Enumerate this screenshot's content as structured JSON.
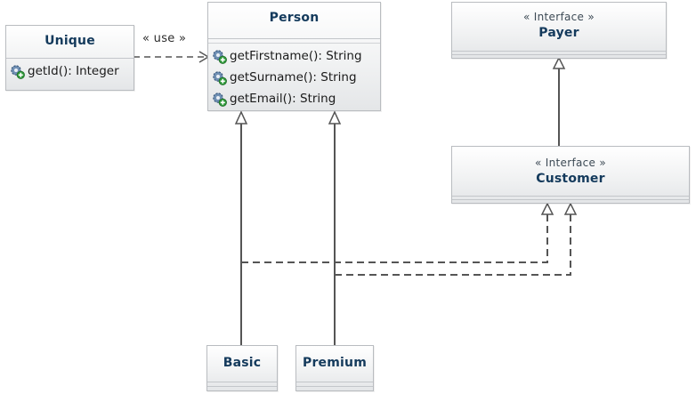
{
  "classes": {
    "unique": {
      "name": "Unique",
      "operations": [
        "getId(): Integer"
      ]
    },
    "person": {
      "name": "Person",
      "operations": [
        "getFirstname(): String",
        "getSurname(): String",
        "getEmail(): String"
      ]
    },
    "payer": {
      "name": "Payer",
      "stereotype": "« Interface »"
    },
    "customer": {
      "name": "Customer",
      "stereotype": "« Interface »"
    },
    "basic": {
      "name": "Basic"
    },
    "premium": {
      "name": "Premium"
    }
  },
  "relations": {
    "use_label": "« use »"
  },
  "icons": {
    "operation": "public-method-gear-icon"
  },
  "colors": {
    "class_name": "#143a5c",
    "line": "#555555",
    "border": "#b9bcc0"
  }
}
